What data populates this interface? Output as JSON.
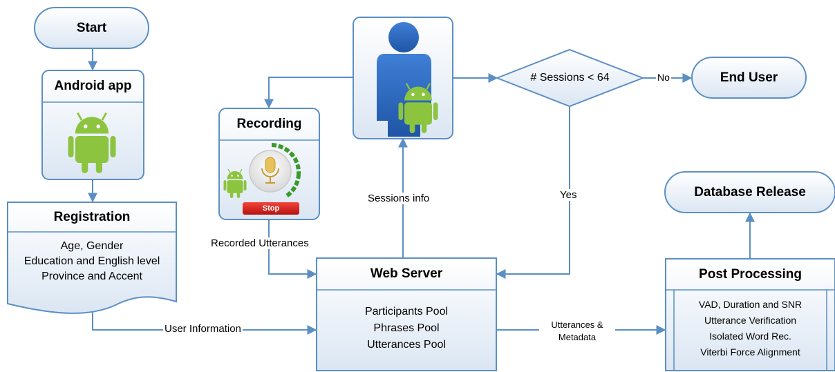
{
  "nodes": {
    "start": "Start",
    "android_app": "Android app",
    "registration": {
      "title": "Registration",
      "lines": [
        "Age, Gender",
        "Education and English level",
        "Province and Accent"
      ]
    },
    "recording": {
      "title": "Recording",
      "stop": "Stop"
    },
    "decision": "# Sessions < 64",
    "end_user": "End User",
    "web_server": {
      "title": "Web Server",
      "lines": [
        "Participants Pool",
        "Phrases Pool",
        "Utterances Pool"
      ]
    },
    "database_release": "Database Release",
    "post_processing": {
      "title": "Post Processing",
      "lines": [
        "VAD, Duration and SNR",
        "Utterance Verification",
        "Isolated Word Rec.",
        "Viterbi Force Alignment"
      ]
    }
  },
  "edges": {
    "no": "No",
    "yes": "Yes",
    "sessions_info": "Sessions info",
    "recorded_utterances": "Recorded Utterances",
    "user_information": "User Information",
    "utterances_metadata": [
      "Utterances &",
      "Metadata"
    ]
  },
  "colors": {
    "stroke": "#5b8fc4",
    "fill_top": "#ffffff",
    "fill_bottom": "#dbe6f3",
    "android_green": "#8cc43f",
    "person_blue": "#2e6bc0"
  }
}
